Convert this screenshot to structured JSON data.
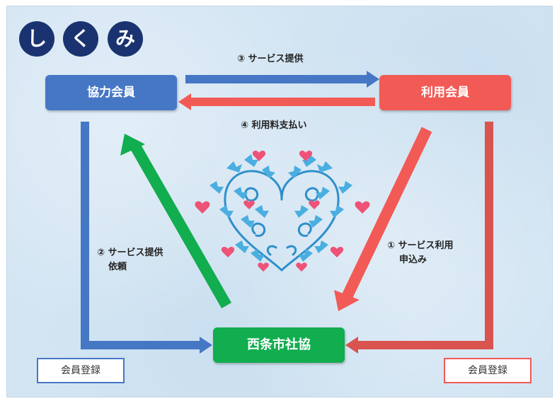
{
  "title": {
    "chars": [
      "し",
      "く",
      "み"
    ]
  },
  "nodes": {
    "cooperating_member": "協力会員",
    "using_member": "利用会員",
    "council": "西条市社協"
  },
  "registration": {
    "left": "会員登録",
    "right": "会員登録"
  },
  "steps": {
    "step3": "③ サービス提供",
    "step4": "④ 利用料支払い",
    "step2_line1": "② サービス提供",
    "step2_line2": "依頼",
    "step1_line1": "① サービス利用",
    "step1_line2": "申込み"
  },
  "colors": {
    "blue": "#4677c5",
    "red": "#f25a56",
    "green": "#11ad4f",
    "navy": "#1a3370",
    "bird": "#4aaee0",
    "heart": "#ee5277",
    "vine": "#2f8fcb"
  }
}
